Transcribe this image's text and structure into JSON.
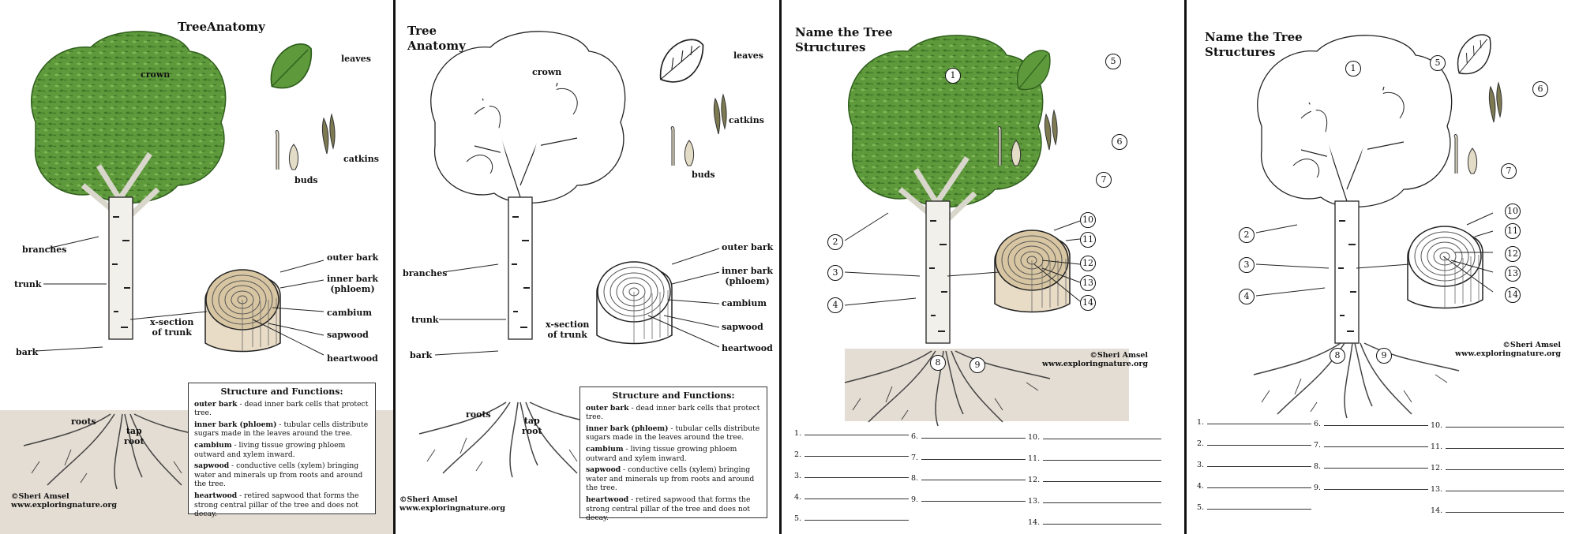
{
  "colors": {
    "leaf_green": "#5e9a3c",
    "leaf_dark": "#3e7426",
    "bark_white": "#f2f0ea",
    "soil": "#e4ddd3",
    "ring_wood": "#d8c6a3",
    "outline": "#1a1a1a"
  },
  "icons": [
    "tree-illustration",
    "leaf-icon",
    "catkin-icon",
    "bud-icon",
    "trunk-cross-section-icon"
  ],
  "sheet1": {
    "title": "TreeAnatomy",
    "labels": {
      "crown": "crown",
      "leaves": "leaves",
      "catkins": "catkins",
      "buds": "buds",
      "branches": "branches",
      "trunk": "trunk",
      "bark": "bark",
      "outer_bark": "outer bark",
      "inner_bark": "inner bark",
      "phloem": "(phloem)",
      "cambium": "cambium",
      "sapwood": "sapwood",
      "heartwood": "heartwood",
      "xsection_1": "x-section",
      "xsection_2": "of trunk",
      "roots": "roots",
      "tap": "tap",
      "root": "root"
    },
    "box": {
      "heading": "Structure and Functions:",
      "items": [
        {
          "term": "outer bark",
          "text": " - dead inner bark cells that protect tree."
        },
        {
          "term": "inner bark (phloem)",
          "text": " - tubular cells distribute sugars made in the leaves around the tree."
        },
        {
          "term": "cambium",
          "text": " - living tissue growing phloem outward and xylem inward."
        },
        {
          "term": "sapwood",
          "text": " - conductive cells (xylem) bringing water and minerals up from roots and around the tree."
        },
        {
          "term": "heartwood",
          "text": " - retired sapwood that forms the strong central pillar of the tree and does not decay."
        }
      ]
    },
    "credit_1": "©Sheri Amsel",
    "credit_2": "www.exploringnature.org"
  },
  "sheet2": {
    "title_1": "Tree",
    "title_2": "Anatomy",
    "labels": {
      "crown": "crown",
      "leaves": "leaves",
      "catkins": "catkins",
      "buds": "buds",
      "branches": "branches",
      "trunk": "trunk",
      "bark": "bark",
      "outer_bark": "outer bark",
      "inner_bark": "inner bark",
      "phloem": "(phloem)",
      "cambium": "cambium",
      "sapwood": "sapwood",
      "heartwood": "heartwood",
      "xsection_1": "x-section",
      "xsection_2": "of trunk",
      "roots": "roots",
      "tap": "tap",
      "root": "root"
    },
    "box": {
      "heading": "Structure and Functions:",
      "items": [
        {
          "term": "outer bark",
          "text": " - dead inner bark cells that protect tree."
        },
        {
          "term": "inner bark (phloem)",
          "text": " - tubular cells distribute sugars made in the leaves around the tree."
        },
        {
          "term": "cambium",
          "text": " - living tissue growing phloem outward and xylem inward."
        },
        {
          "term": "sapwood",
          "text": " - conductive cells (xylem) bringing water and minerals up from roots and around the tree."
        },
        {
          "term": "heartwood",
          "text": " - retired sapwood that forms the strong central pillar of the tree and does not decay."
        }
      ]
    },
    "credit_1": "©Sheri Amsel",
    "credit_2": "www.exploringnature.org"
  },
  "sheet3": {
    "title_1": "Name the Tree",
    "title_2": "Structures",
    "credit_1": "©Sheri Amsel",
    "credit_2": "www.exploringnature.org",
    "numbers": [
      "1",
      "2",
      "3",
      "4",
      "5",
      "6",
      "7",
      "8",
      "9",
      "10",
      "11",
      "12",
      "13",
      "14"
    ],
    "blanks": [
      "1.",
      "2.",
      "3.",
      "4.",
      "5.",
      "6.",
      "7.",
      "8.",
      "9.",
      "10.",
      "11.",
      "12.",
      "13.",
      "14."
    ]
  },
  "sheet4": {
    "title_1": "Name the Tree",
    "title_2": "Structures",
    "credit_1": "©Sheri Amsel",
    "credit_2": "www.exploringnature.org",
    "numbers": [
      "1",
      "2",
      "3",
      "4",
      "5",
      "6",
      "7",
      "8",
      "9",
      "10",
      "11",
      "12",
      "13",
      "14"
    ],
    "blanks": [
      "1.",
      "2.",
      "3.",
      "4.",
      "5.",
      "6.",
      "7.",
      "8.",
      "9.",
      "10.",
      "11.",
      "12.",
      "13.",
      "14."
    ]
  }
}
